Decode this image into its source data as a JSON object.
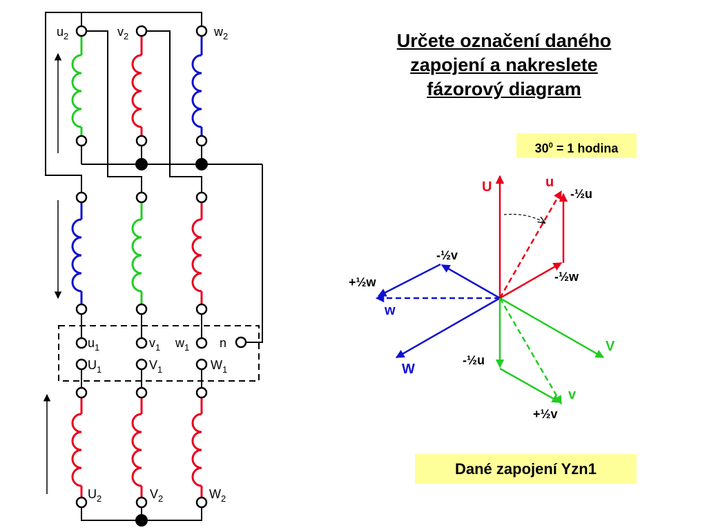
{
  "title": {
    "line1": "Určete označení daného",
    "line2": "zapojení a nakreslete",
    "line3": "fázorový diagram"
  },
  "scale_note": {
    "base": "30",
    "exp": "0",
    "rest": " = 1 hodina"
  },
  "result": "Dané zapojení Yzn1",
  "terminals": {
    "u2": "u",
    "v2": "v",
    "w2": "w",
    "u1": "u",
    "v1": "v",
    "w1": "w",
    "n": "n",
    "U1": "U",
    "V1": "V",
    "W1": "W",
    "U2": "U",
    "V2": "V",
    "W2": "W",
    "sub1": "1",
    "sub2": "2"
  },
  "phasors": {
    "U": "U",
    "u": "u",
    "V": "V",
    "v": "v",
    "W": "W",
    "w": "w",
    "minus_half_u_top": "-½u",
    "minus_half_v": "-½v",
    "plus_half_w": "+½w",
    "minus_half_w": "-½w",
    "minus_half_u_bottom": "-½u",
    "plus_half_v": "+½v"
  },
  "colors": {
    "red": "#e8001c",
    "green": "#22cc22",
    "blue": "#1010d0",
    "black": "#000000",
    "highlight": "#ffff99"
  }
}
